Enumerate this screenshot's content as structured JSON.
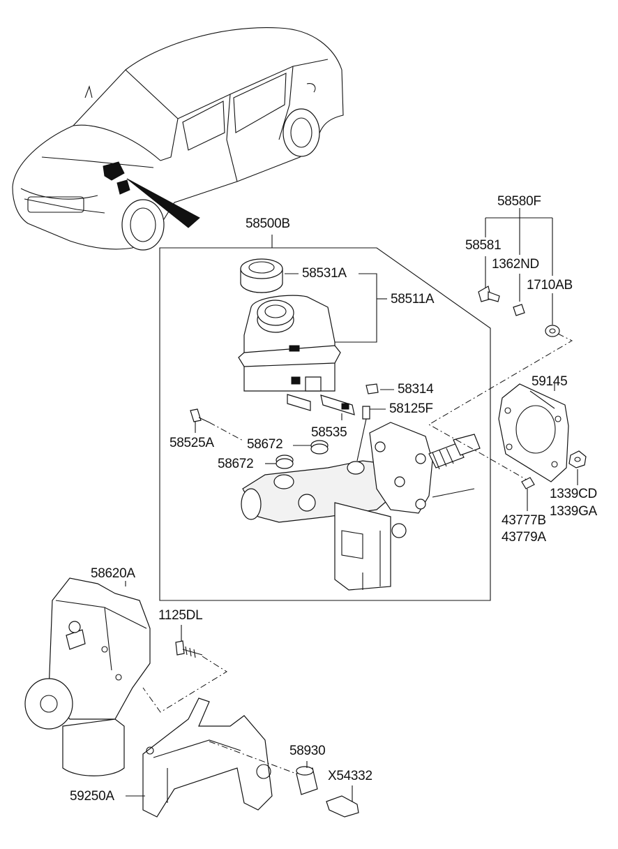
{
  "parts": {
    "p58580F": "58580F",
    "p58500B": "58500B",
    "p58581": "58581",
    "p1362ND": "1362ND",
    "p58531A": "58531A",
    "p1710AB": "1710AB",
    "p58511A": "58511A",
    "p58314": "58314",
    "p59145": "59145",
    "p58125F": "58125F",
    "p58535": "58535",
    "p58525A": "58525A",
    "p58672a": "58672",
    "p58672b": "58672",
    "p1339CD": "1339CD",
    "p1339GA": "1339GA",
    "p43777B": "43777B",
    "p43779A": "43779A",
    "p58620A": "58620A",
    "p1125DL": "1125DL",
    "p58930": "58930",
    "pX54332": "X54332",
    "p59250A": "59250A"
  }
}
